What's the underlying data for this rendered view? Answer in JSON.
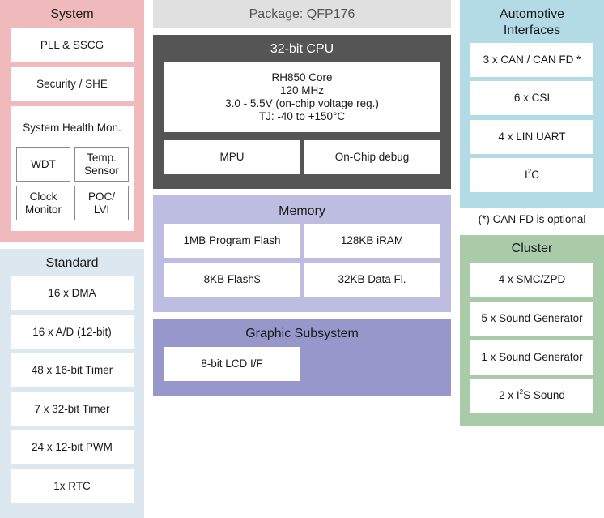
{
  "system": {
    "title": "System",
    "items": [
      "PLL & SSCG",
      "Security / SHE"
    ],
    "health": {
      "title": "System Health Mon.",
      "cells": [
        "WDT",
        "Temp.\nSensor",
        "Clock\nMonitor",
        "POC/\nLVI"
      ]
    }
  },
  "standard": {
    "title": "Standard",
    "items": [
      "16 x DMA",
      "16 x A/D (12-bit)",
      "48 x 16-bit Timer",
      "7 x 32-bit Timer",
      "24 x 12-bit PWM",
      "1x RTC"
    ]
  },
  "package": {
    "label": "Package:  QFP176"
  },
  "cpu": {
    "title": "32-bit CPU",
    "core_lines": [
      "RH850 Core",
      "120 MHz",
      "3.0 - 5.5V (on-chip voltage reg.)",
      "TJ: -40 to +150°C"
    ],
    "mpu": "MPU",
    "debug": "On-Chip debug"
  },
  "memory": {
    "title": "Memory",
    "program_flash": "1MB Program Flash",
    "iram": "128KB iRAM",
    "flash_cache": "8KB Flash$",
    "data_flash": "32KB Data Fl."
  },
  "graphic": {
    "title": "Graphic Subsystem",
    "lcd": "8-bit LCD I/F"
  },
  "automotive": {
    "title": "Automotive\nInterfaces",
    "can": "3 x CAN / CAN FD *",
    "csi": "6 x CSI",
    "lin": "4 x LIN UART",
    "i2c_base": "I",
    "i2c_sup": "2",
    "i2c_tail": "C"
  },
  "note": "(*) CAN FD is optional",
  "cluster": {
    "title": "Cluster",
    "smc": "4 x SMC/ZPD",
    "sound5": "5 x Sound Generator",
    "sound1": "1 x Sound Generator",
    "i2s_head": "2 x I",
    "i2s_sup": "2",
    "i2s_tail": "S Sound"
  }
}
